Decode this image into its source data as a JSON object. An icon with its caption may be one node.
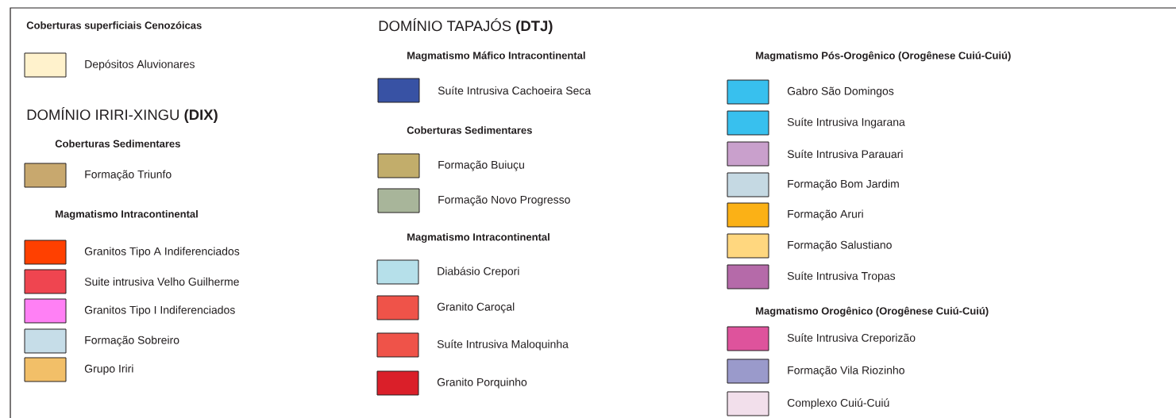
{
  "diagram": {
    "labels": [
      "Coberturas superficiais Cenozóicas",
      "DOMÍNIO IRIRI-XINGU **(DIX)**",
      "Coberturas Sedimentares",
      "Magmatismo Intracontinental",
      "DOMÍNIO TAPAJÓS **(DTJ)**",
      "Magmatismo Máfico Intracontinental",
      "Coberturas Sedimentares",
      "Magmatismo Intracontinental",
      "Magmatismo Pós-Orogênico (Orogênese Cuiú-Cuiú)",
      "Magmatismo Orogênico (Orogênese Cuiú-Cuiú)"
    ],
    "legend": [
      {
        "text": "Depósitos Aluvionares",
        "color": "#fff2cc"
      },
      {
        "text": "Formação Triunfo",
        "color": "#c8a86e"
      },
      {
        "text": "Granitos Tipo A Indiferenciados",
        "color": "#ff4000"
      },
      {
        "text": "Suite intrusiva Velho Guilherme",
        "color": "#ef4550"
      },
      {
        "text": "Granitos Tipo I Indiferenciados",
        "color": "#ff80f5"
      },
      {
        "text": "Formação Sobreiro",
        "color": "#c6dde8"
      },
      {
        "text": "Grupo Iriri",
        "color": "#f2bf68"
      },
      {
        "text": "Suíte Intrusiva Cachoeira Seca",
        "color": "#3852a4"
      },
      {
        "text": "Formação Buiuçu",
        "color": "#c2ad6b"
      },
      {
        "text": "Formação Novo Progresso",
        "color": "#a8b59a"
      },
      {
        "text": "Diabásio Crepori",
        "color": "#b6e0ea"
      },
      {
        "text": "Granito Caroçal",
        "color": "#ef5349"
      },
      {
        "text": "Suíte Intrusiva Maloquinha",
        "color": "#ef5349"
      },
      {
        "text": "Granito Porquinho",
        "color": "#da1f29"
      },
      {
        "text": "Gabro São Domingos",
        "color": "#38c0ee"
      },
      {
        "text": "Suíte Intrusiva Ingarana",
        "color": "#38c0ee"
      },
      {
        "text": "Suíte Intrusiva Parauari",
        "color": "#c9a0cc"
      },
      {
        "text": "Formação Bom Jardim",
        "color": "#c5d9e3"
      },
      {
        "text": "Formação Aruri",
        "color": "#fbb116"
      },
      {
        "text": "Formação Salustiano",
        "color": "#ffd77f"
      },
      {
        "text": "Suíte Intrusiva Tropas",
        "color": "#b56aa9"
      },
      {
        "text": "Suíte Intrusiva Creporizão",
        "color": "#de539c"
      },
      {
        "text": "Formação Vila Riozinho",
        "color": "#9a9acb"
      },
      {
        "text": "Complexo Cuiú-Cuiú",
        "color": "#f2dfeb"
      }
    ]
  }
}
